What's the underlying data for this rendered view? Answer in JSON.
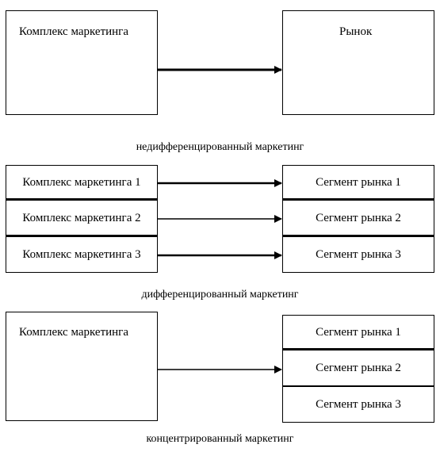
{
  "undifferentiated": {
    "mix_label": "Комплекс маркетинга",
    "market_label": "Рынок",
    "caption": "недифференцированный  маркетинг"
  },
  "differentiated": {
    "mixes": [
      "Комплекс маркетинга 1",
      "Комплекс маркетинга 2",
      "Комплекс маркетинга 3"
    ],
    "segments": [
      "Сегмент рынка 1",
      "Сегмент рынка 2",
      "Сегмент рынка 3"
    ],
    "caption": "дифференцированный  маркетинг"
  },
  "concentrated": {
    "mix_label": "Комплекс маркетинга",
    "segments": [
      "Сегмент рынка 1",
      "Сегмент рынка 2",
      "Сегмент рынка 3"
    ],
    "caption": "концентрированный маркетинг"
  }
}
